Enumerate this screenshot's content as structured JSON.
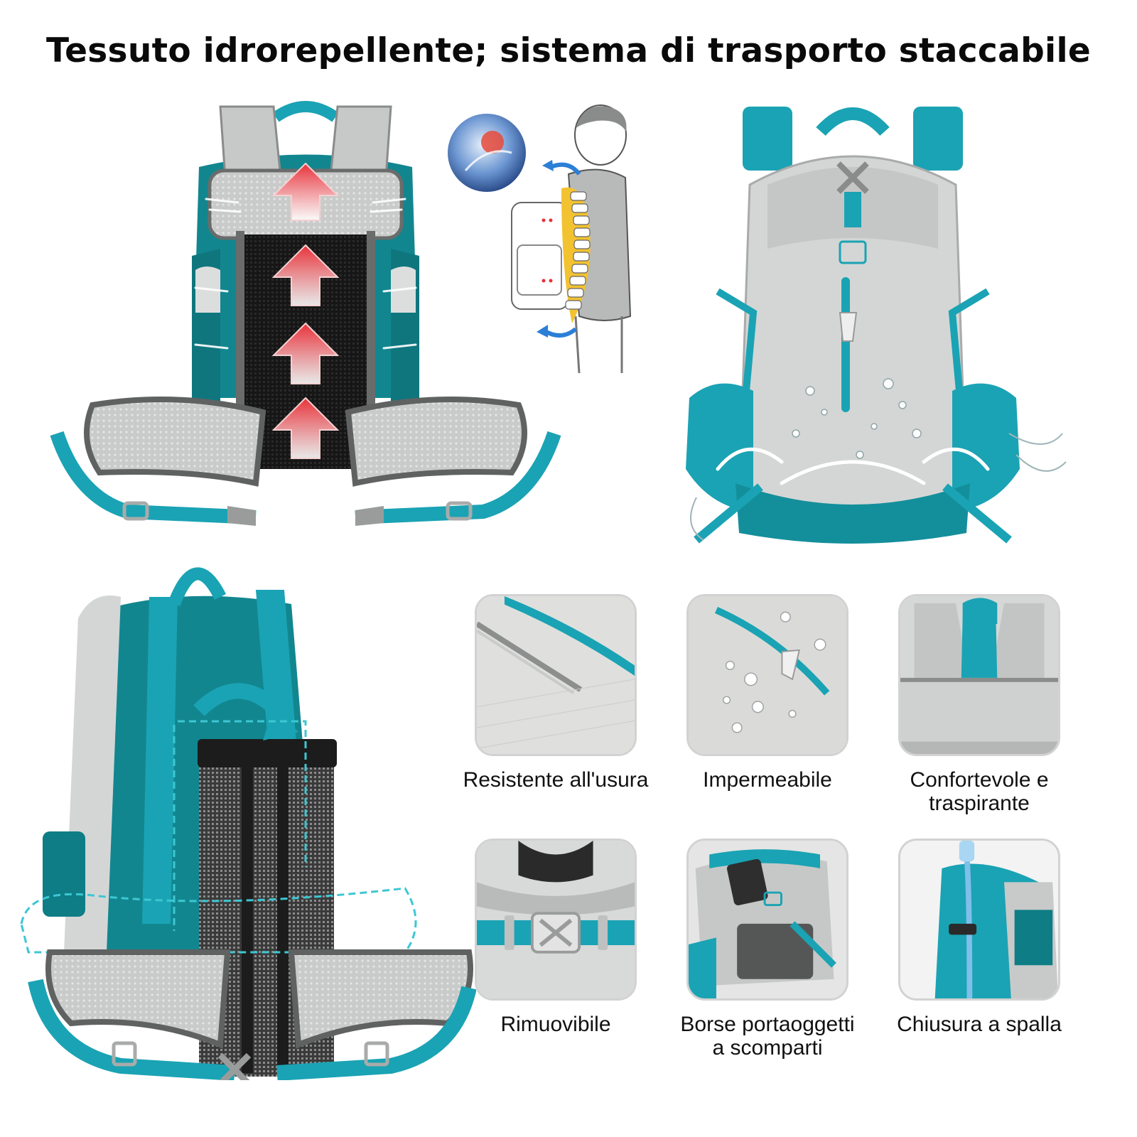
{
  "headline": "Tessuto idrorepellente; sistema di trasporto staccabile",
  "colors": {
    "teal": "#1aa3b4",
    "teal_dark": "#0e7d86",
    "grey_light": "#d9dbda",
    "grey_mid": "#a9abaa",
    "grey_dark": "#5f6261",
    "arrow_red": "#e8323a",
    "spine_yellow": "#f2c230",
    "motion_blue": "#2c7fd6"
  },
  "features": [
    {
      "id": "durable",
      "lines": [
        "Resistente all'usura"
      ],
      "icon": "scissors-on-fabric-icon"
    },
    {
      "id": "waterproof",
      "lines": [
        "Impermeabile"
      ],
      "icon": "water-drops-icon"
    },
    {
      "id": "breathable",
      "lines": [
        "Confortevole e",
        "traspirante"
      ],
      "icon": "mesh-back-panel-icon"
    },
    {
      "id": "removable",
      "lines": [
        "Rimuovibile"
      ],
      "icon": "buckle-icon"
    },
    {
      "id": "pockets",
      "lines": [
        "Borse portaoggetti",
        "a scomparti"
      ],
      "icon": "front-pocket-icon"
    },
    {
      "id": "shoulder",
      "lines": [
        "Chiusura a spalla"
      ],
      "icon": "hydration-tube-icon"
    }
  ]
}
